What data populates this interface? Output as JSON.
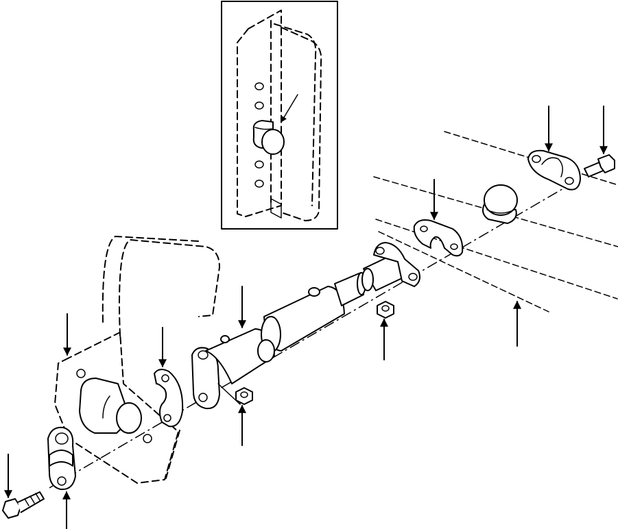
{
  "diagram": {
    "kind": "exploded-parts-view",
    "style": "black line art on white",
    "callout_arrow_count": 12,
    "parts": [
      "inset-mount-bracket",
      "inset-mounted-ball-stud",
      "bracket-plate",
      "mounted-ball-stud",
      "left-end-clamp-cap",
      "left-cap-screw",
      "left-shim",
      "cylinder-end-clamp",
      "hydraulic-cylinder-barrel",
      "piston-rod",
      "rod-end-clamp",
      "left-lock-nut",
      "right-lock-nut",
      "right-shim",
      "loose-ball-stud",
      "right-end-clamp-cap",
      "right-cap-screw"
    ]
  }
}
